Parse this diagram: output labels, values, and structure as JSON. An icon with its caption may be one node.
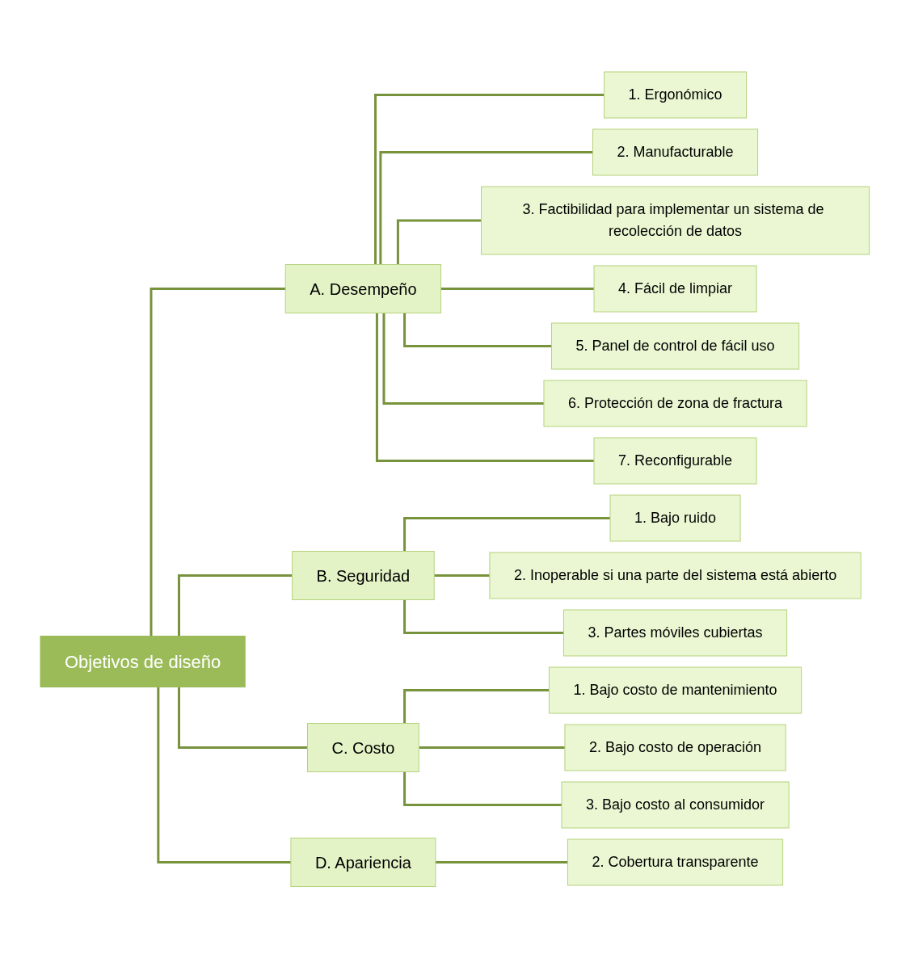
{
  "diagram": {
    "nodes": [
      {
        "text": [
          "Objetivos de diseño"
        ]
      },
      {
        "text": [
          "A. Desempeño"
        ]
      },
      {
        "text": [
          "1. Ergonómico"
        ]
      },
      {
        "text": [
          "2. Manufacturable"
        ]
      },
      {
        "text": [
          "3. Factibilidad para implementar un sistema de recolección de datos"
        ]
      },
      {
        "text": [
          "4. Fácil de limpiar"
        ]
      },
      {
        "text": [
          "5. Panel de control de fácil uso"
        ]
      },
      {
        "text": [
          "6. Protección de zona de fractura"
        ]
      },
      {
        "text": [
          "7. Reconfigurable"
        ]
      },
      {
        "text": [
          "B. Seguridad"
        ]
      },
      {
        "text": [
          "1. Bajo ruido"
        ]
      },
      {
        "text": [
          "2. Inoperable si una parte del sistema está abierto"
        ]
      },
      {
        "text": [
          "3. Partes móviles cubiertas"
        ]
      },
      {
        "text": [
          "C. Costo"
        ]
      },
      {
        "text": [
          "1. Bajo costo de mantenimiento"
        ]
      },
      {
        "text": [
          "2. Bajo costo de operación"
        ]
      },
      {
        "text": [
          "3. Bajo costo al consumidor"
        ]
      },
      {
        "text": [
          "D. Apariencia"
        ]
      },
      {
        "text": [
          "2. Cobertura transparente"
        ]
      }
    ],
    "edges": [
      {
        "from": 0,
        "to": 1,
        "arrow": "none"
      },
      {
        "from": 1,
        "to": 2,
        "arrow": "none"
      },
      {
        "from": 1,
        "to": 3,
        "arrow": "none"
      },
      {
        "from": 1,
        "to": 4,
        "arrow": "none"
      },
      {
        "from": 1,
        "to": 5,
        "arrow": "none"
      },
      {
        "from": 1,
        "to": 6,
        "arrow": "none"
      },
      {
        "from": 1,
        "to": 7,
        "arrow": "none"
      },
      {
        "from": 1,
        "to": 8,
        "arrow": "none"
      },
      {
        "from": 0,
        "to": 9,
        "arrow": "none"
      },
      {
        "from": 9,
        "to": 10,
        "arrow": "none"
      },
      {
        "from": 9,
        "to": 11,
        "arrow": "none"
      },
      {
        "from": 9,
        "to": 12,
        "arrow": "none"
      },
      {
        "from": 0,
        "to": 13,
        "arrow": "none"
      },
      {
        "from": 13,
        "to": 14,
        "arrow": "none"
      },
      {
        "from": 13,
        "to": 15,
        "arrow": "none"
      },
      {
        "from": 13,
        "to": 16,
        "arrow": "none"
      },
      {
        "from": 0,
        "to": 17,
        "arrow": "none"
      },
      {
        "from": 17,
        "to": 18,
        "arrow": "none"
      }
    ]
  }
}
